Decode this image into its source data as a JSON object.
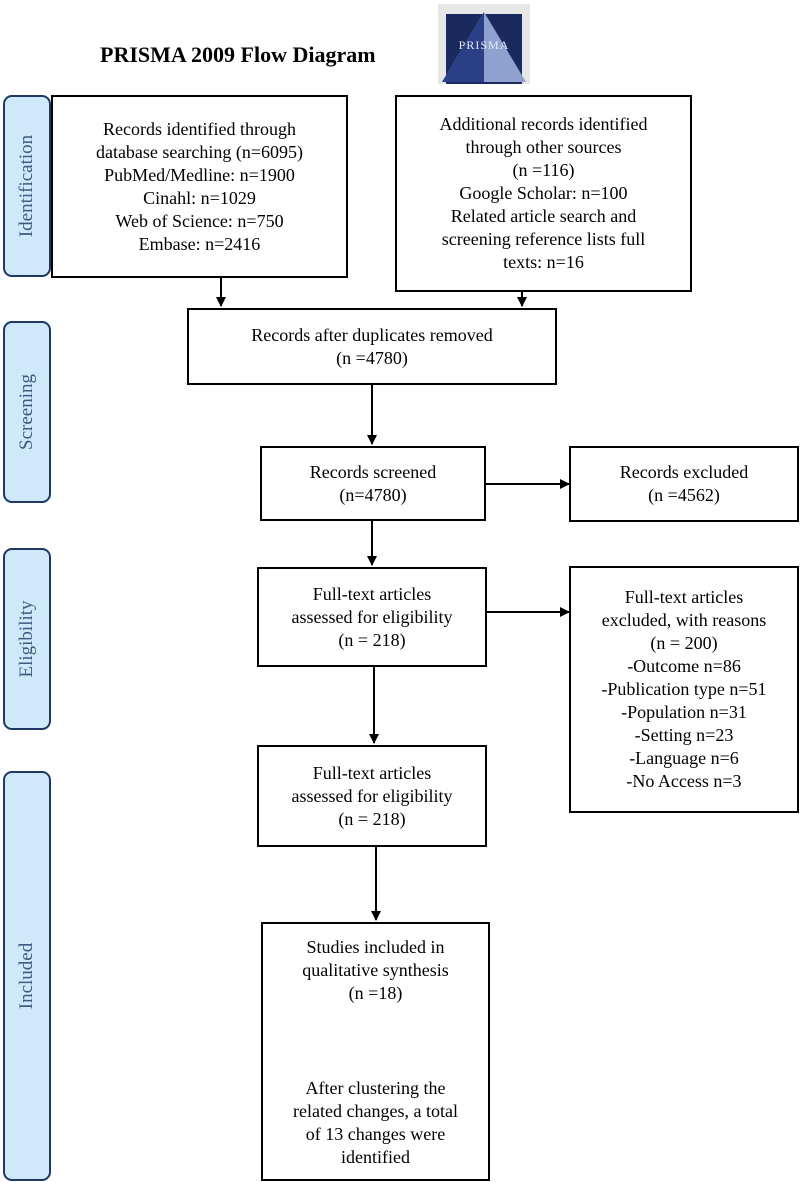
{
  "title": "PRISMA 2009 Flow Diagram",
  "logo_text": "PRISMA",
  "colors": {
    "phase_fill": "#cfe9fb",
    "phase_border": "#1f3864",
    "phase_text": "#3d5a80",
    "logo_dark": "#1b2a5e",
    "logo_light": "#8fa2cf"
  },
  "phases": {
    "identification": "Identification",
    "screening": "Screening",
    "eligibility": "Eligibility",
    "included": "Included"
  },
  "boxes": {
    "database": [
      "Records identified through",
      "database searching (n=6095)",
      "PubMed/Medline: n=1900",
      "Cinahl: n=1029",
      "Web of Science: n=750",
      "Embase: n=2416"
    ],
    "other_sources": [
      "Additional records identified",
      "through other sources",
      "(n =116)",
      "Google Scholar: n=100",
      "Related article search and",
      "screening reference lists full",
      "texts: n=16"
    ],
    "duplicates_removed": [
      "Records after duplicates removed",
      "(n =4780)"
    ],
    "screened": [
      "Records screened",
      "(n=4780)"
    ],
    "excluded": [
      "Records excluded",
      "(n =4562)"
    ],
    "fulltext_assessed": [
      "Full-text articles",
      "assessed for eligibility",
      "(n = 218)"
    ],
    "fulltext_excluded": [
      "Full-text articles",
      "excluded, with reasons",
      "(n = 200)",
      "-Outcome n=86",
      "-Publication type n=51",
      "-Population n=31",
      "-Setting n=23",
      "-Language n=6",
      "-No Access n=3"
    ],
    "fulltext_assessed_2": [
      "Full-text articles",
      "assessed for eligibility",
      "(n = 218)"
    ],
    "included": [
      "Studies included in",
      "qualitative synthesis",
      "(n =18)",
      "",
      "",
      "",
      "After clustering the",
      "related changes, a total",
      "of 13 changes were",
      "identified"
    ]
  }
}
